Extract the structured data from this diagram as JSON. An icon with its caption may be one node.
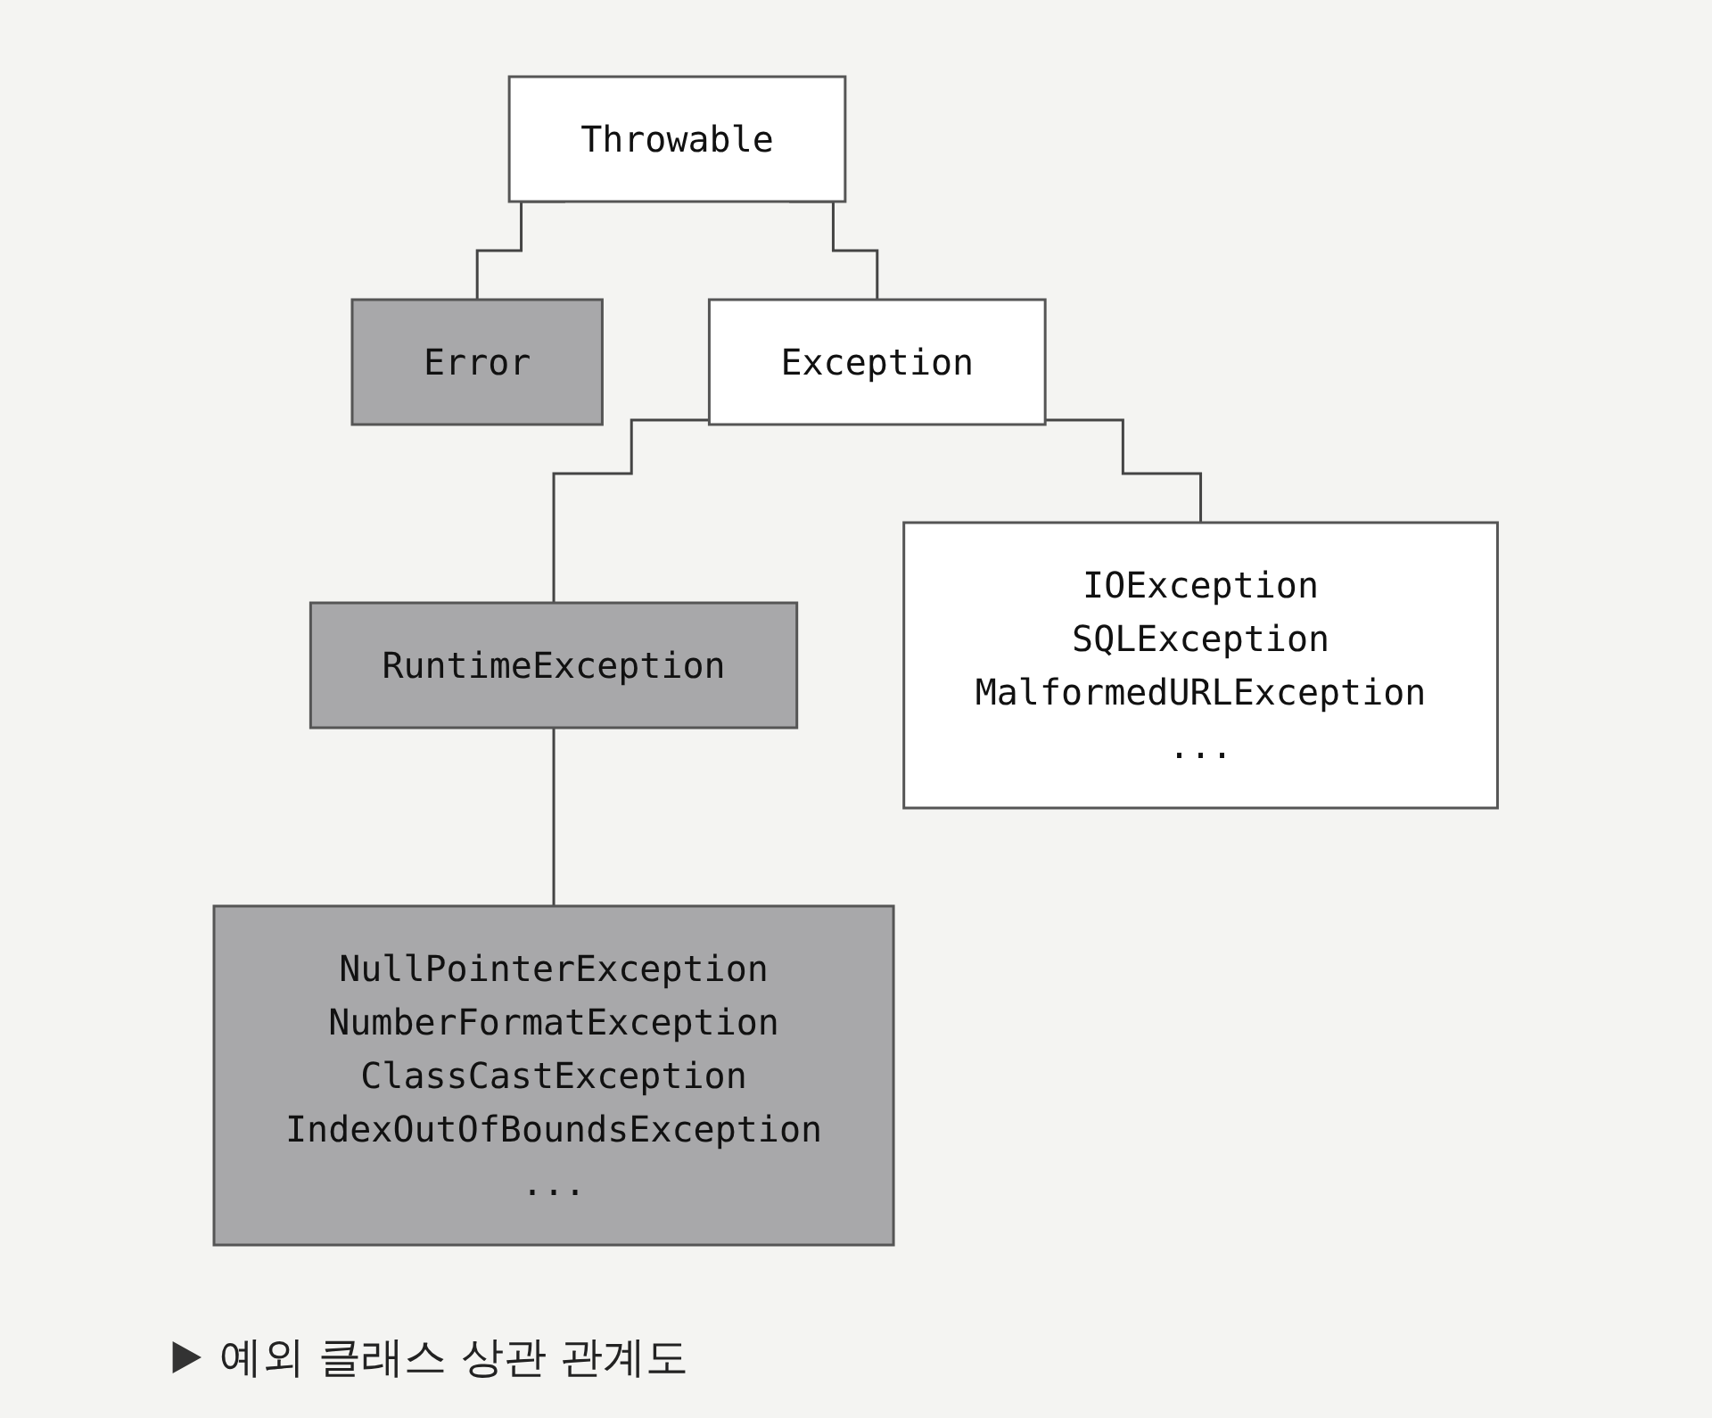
{
  "diagram": {
    "caption": "예외 클래스 상관 관계도",
    "nodes": [
      {
        "text": [
          "Throwable"
        ]
      },
      {
        "text": [
          "Error"
        ]
      },
      {
        "text": [
          "Exception"
        ]
      },
      {
        "text": [
          "RuntimeException"
        ]
      },
      {
        "text": [
          "NullPointerException",
          "NumberFormatException",
          "ClassCastException",
          "IndexOutOfBoundsException",
          "..."
        ]
      },
      {
        "text": [
          "IOException",
          "SQLException",
          "MalformedURLException",
          "..."
        ]
      }
    ],
    "edges": [
      {
        "from": 0,
        "to": 1,
        "arrow": "none"
      },
      {
        "from": 0,
        "to": 2,
        "arrow": "none"
      },
      {
        "from": 2,
        "to": 3,
        "arrow": "none"
      },
      {
        "from": 3,
        "to": 4,
        "arrow": "none"
      },
      {
        "from": 2,
        "to": 5,
        "arrow": "none"
      }
    ]
  }
}
